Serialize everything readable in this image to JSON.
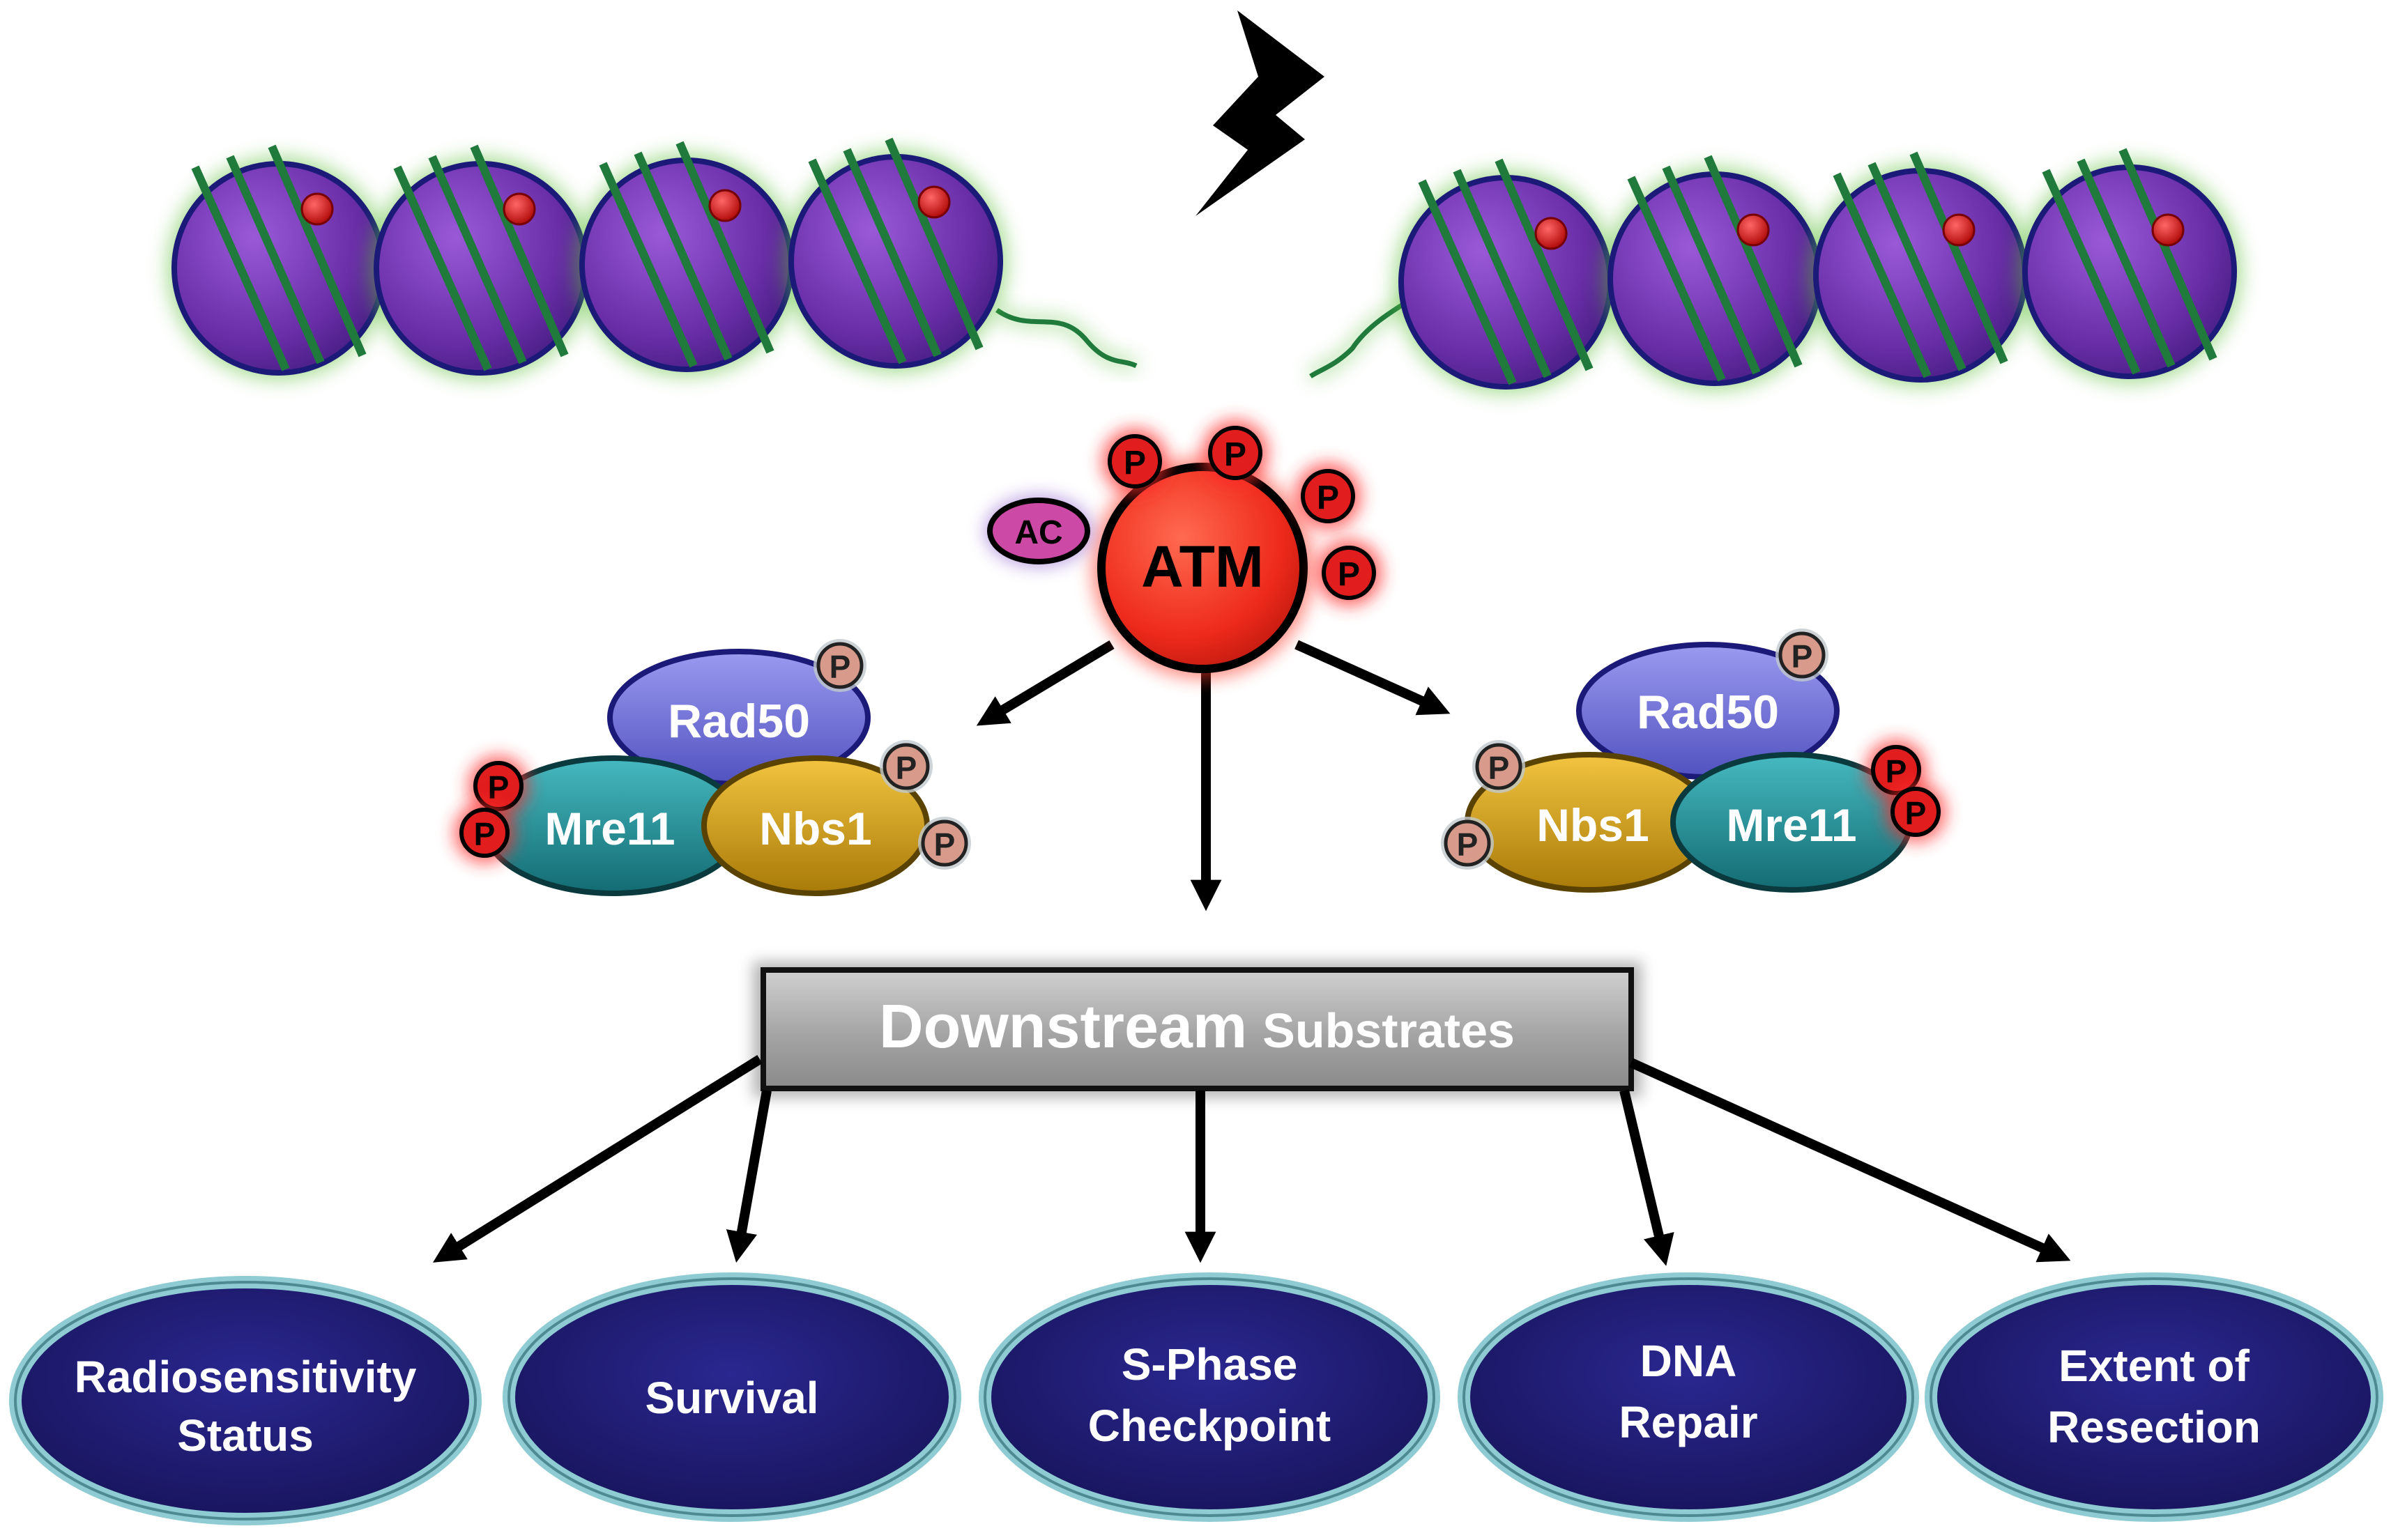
{
  "colors": {
    "nucleosome": "#6a2ea8",
    "nucleosome_edge": "#1c1a78",
    "dna_strand": "#1f7a3c",
    "dna_glow": "#5fbf3a",
    "atm": "#ee2a1b",
    "phospho_active": "#e11d1d",
    "phospho_inactive": "#d89a8a",
    "rad50": "#6f6fd8",
    "mre11": "#1f8e95",
    "nbs1": "#d4a012",
    "ac": "#cc4aa6",
    "box_fill": "#a9a9a9",
    "outcome_fill": "#1d1a6e",
    "outcome_rim": "#8ecbd2",
    "arrow": "#000000"
  },
  "icons": [
    "lightning-bolt-icon"
  ],
  "atm": {
    "label": "ATM",
    "acetyl_label": "AC",
    "phospho_labels": [
      "P",
      "P",
      "P",
      "P"
    ]
  },
  "mrn_left": {
    "rad50": "Rad50",
    "mre11": "Mre11",
    "nbs1": "Nbs1",
    "phospho_labels": [
      "P",
      "P",
      "P",
      "P",
      "P"
    ]
  },
  "mrn_right": {
    "rad50": "Rad50",
    "mre11": "Mre11",
    "nbs1": "Nbs1",
    "phospho_labels": [
      "P",
      "P",
      "P",
      "P",
      "P"
    ]
  },
  "substrates_box": {
    "word1": "Downstream",
    "word2": "Substrates"
  },
  "outcomes": [
    {
      "line1": "Radiosensitivity",
      "line2": "Status"
    },
    {
      "line1": "Survival",
      "line2": ""
    },
    {
      "line1": "S-Phase",
      "line2": "Checkpoint"
    },
    {
      "line1": "DNA",
      "line2": "Repair"
    },
    {
      "line1": "Extent of",
      "line2": "Resection"
    }
  ]
}
